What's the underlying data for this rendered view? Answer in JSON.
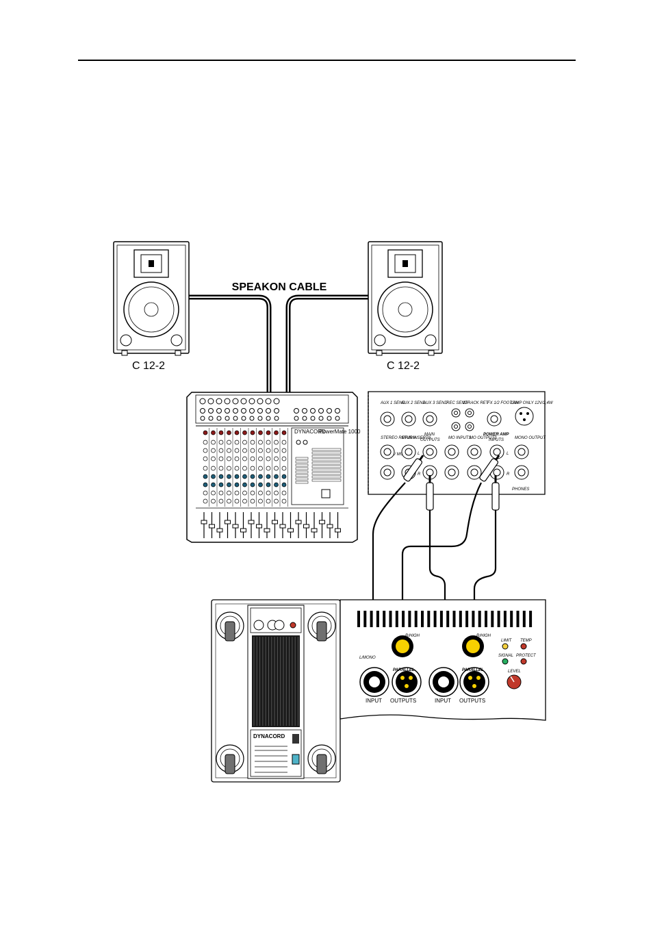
{
  "cable_label": "SPEAKON CABLE",
  "speakers": [
    {
      "model": "C 12-2"
    },
    {
      "model": "C 12-2"
    }
  ],
  "mixer": {
    "brand": "DYNACORD",
    "model": "PowerMate 1000"
  },
  "mixer_rear_panel": {
    "aux1_send": "AUX 1 SEND",
    "aux2_send": "AUX 2 SEND",
    "aux3_send": "AUX 3 SEND",
    "rec_send": "REC SEND",
    "track_ret": "2TRACK RET",
    "fx_footsw": "FX 1/2 FOOTSW",
    "lamp_only": "LAMP ONLY 12V/2,4W",
    "stereo_return": "STEREO RETURN",
    "main_inserts": "MAIN INSERTS",
    "main_outputs_1": "MAIN",
    "main_outputs_2": "OUTPUTS",
    "mo_inputs": "MO INPUTS",
    "mo_outputs": "MO OUTPUTS",
    "power_amp_inputs_1": "POWER AMP",
    "power_amp_inputs_2": "INPUTS",
    "mono_output": "MONO OUTPUT",
    "l_mono": "L/ MONO",
    "phones": "PHONES",
    "l": "L",
    "r": "R"
  },
  "subwoofer": {
    "brand": "DYNACORD"
  },
  "sub_panel": {
    "input": "INPUT",
    "outputs": "OUTPUTS",
    "parallel": "PARALLEL",
    "l_mono": "L/MONO",
    "r_high": "R/HIGH",
    "limit": "LIMIT",
    "temp": "TEMP",
    "signal": "SIGNAL",
    "protect": "PROTECT",
    "level": "LEVEL"
  },
  "colors": {
    "line": "#000000",
    "panel": "#ffffff",
    "grey": "#8c8c8c",
    "dark_grey": "#5a5a5a",
    "connector_fill": "#f7d000",
    "led_yellow": "#f4d03f",
    "led_red": "#c0392b",
    "led_green": "#27ae60"
  }
}
